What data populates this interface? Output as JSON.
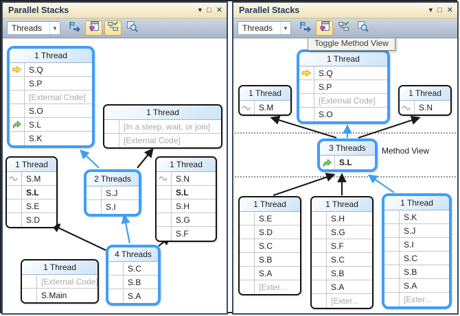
{
  "colors": {
    "highlight_blue": "#3f9ef9",
    "arrow_black": "#1a1a1a",
    "title_text": "#1b3a5c"
  },
  "window_buttons": [
    {
      "name": "chevron-down",
      "glyph": "▾"
    },
    {
      "name": "float-window",
      "glyph": "□"
    },
    {
      "name": "close",
      "glyph": "✕"
    }
  ],
  "panels": [
    {
      "id": "left",
      "title": "Parallel Stacks",
      "combo_value": "Threads",
      "toolbar_buttons": [
        {
          "icon": "show-only-flagged",
          "active": false
        },
        {
          "icon": "toggle-method-view",
          "active": true
        },
        {
          "icon": "auto-scroll-to-current-frame",
          "active": true
        },
        {
          "icon": "toggle-zoom-control",
          "active": false
        }
      ],
      "nodes": [
        {
          "id": "L1",
          "header": "1 Thread",
          "highlight": true,
          "rows": [
            {
              "text": "S.Q",
              "icon": "current-statement"
            },
            {
              "text": "S.P"
            },
            {
              "text": "[External Code]",
              "muted": true
            },
            {
              "text": "S.O"
            },
            {
              "text": "S.L",
              "icon": "current-frame"
            },
            {
              "text": "S.K"
            }
          ]
        },
        {
          "id": "L2",
          "header": "1 Thread",
          "rows": [
            {
              "text": "[In a sleep, wait, or join]",
              "muted": true
            },
            {
              "text": "[External Code]",
              "muted": true
            }
          ]
        },
        {
          "id": "L3",
          "header": "1 Thread",
          "rows": [
            {
              "text": "S.M",
              "icon": "thread"
            },
            {
              "text": "S.L",
              "bold": true
            },
            {
              "text": "S.E"
            },
            {
              "text": "S.D"
            }
          ]
        },
        {
          "id": "L4",
          "header": "2 Threads",
          "highlight": true,
          "rows": [
            {
              "text": "S.J"
            },
            {
              "text": "S.I"
            }
          ]
        },
        {
          "id": "L5",
          "header": "1 Thread",
          "rows": [
            {
              "text": "S.N",
              "icon": "thread"
            },
            {
              "text": "S.L",
              "bold": true
            },
            {
              "text": "S.H"
            },
            {
              "text": "S.G"
            },
            {
              "text": "S.F"
            }
          ]
        },
        {
          "id": "L6",
          "header": "4 Threads",
          "highlight": true,
          "rows": [
            {
              "text": "S.C"
            },
            {
              "text": "S.B"
            },
            {
              "text": "S.A"
            }
          ]
        },
        {
          "id": "L7",
          "header": "1 Thread",
          "rows": [
            {
              "text": "[External Code]",
              "muted": true
            },
            {
              "text": "S.Main"
            }
          ]
        }
      ]
    },
    {
      "id": "right",
      "title": "Parallel Stacks",
      "combo_value": "Threads",
      "tooltip": "Toggle Method View",
      "method_view_label": "Method View",
      "toolbar_buttons": [
        {
          "icon": "show-only-flagged",
          "active": false
        },
        {
          "icon": "toggle-method-view",
          "active": true
        },
        {
          "icon": "auto-scroll-to-current-frame",
          "active": false
        },
        {
          "icon": "toggle-zoom-control",
          "active": false
        }
      ],
      "nodes": [
        {
          "id": "R1",
          "header": "1 Thread",
          "highlight": true,
          "rows": [
            {
              "text": "S.Q",
              "icon": "current-statement"
            },
            {
              "text": "S.P"
            },
            {
              "text": "[External Code]",
              "muted": true
            },
            {
              "text": "S.O"
            }
          ]
        },
        {
          "id": "R2",
          "header": "1 Thread",
          "rows": [
            {
              "text": "S.M",
              "icon": "thread"
            }
          ]
        },
        {
          "id": "R3",
          "header": "1 Thread",
          "rows": [
            {
              "text": "S.N",
              "icon": "thread"
            }
          ]
        },
        {
          "id": "R4",
          "header": "3 Threads",
          "highlight": true,
          "rows": [
            {
              "text": "S.L",
              "icon": "current-frame",
              "bold": true
            }
          ]
        },
        {
          "id": "R5",
          "header": "1 Thread",
          "rows": [
            {
              "text": "S.E"
            },
            {
              "text": "S.D"
            },
            {
              "text": "S.C"
            },
            {
              "text": "S.B"
            },
            {
              "text": "S.A"
            },
            {
              "text": "[Exter...",
              "muted": true
            }
          ]
        },
        {
          "id": "R6",
          "header": "1 Thread",
          "rows": [
            {
              "text": "S.H"
            },
            {
              "text": "S.G"
            },
            {
              "text": "S.F"
            },
            {
              "text": "S.C"
            },
            {
              "text": "S.B"
            },
            {
              "text": "S.A"
            },
            {
              "text": "[Exter...",
              "muted": true
            }
          ]
        },
        {
          "id": "R7",
          "header": "1 Thread",
          "highlight": true,
          "rows": [
            {
              "text": "S.K"
            },
            {
              "text": "S.J"
            },
            {
              "text": "S.I"
            },
            {
              "text": "S.C"
            },
            {
              "text": "S.B"
            },
            {
              "text": "S.A"
            },
            {
              "text": "[Exter...",
              "muted": true
            }
          ]
        }
      ]
    }
  ]
}
